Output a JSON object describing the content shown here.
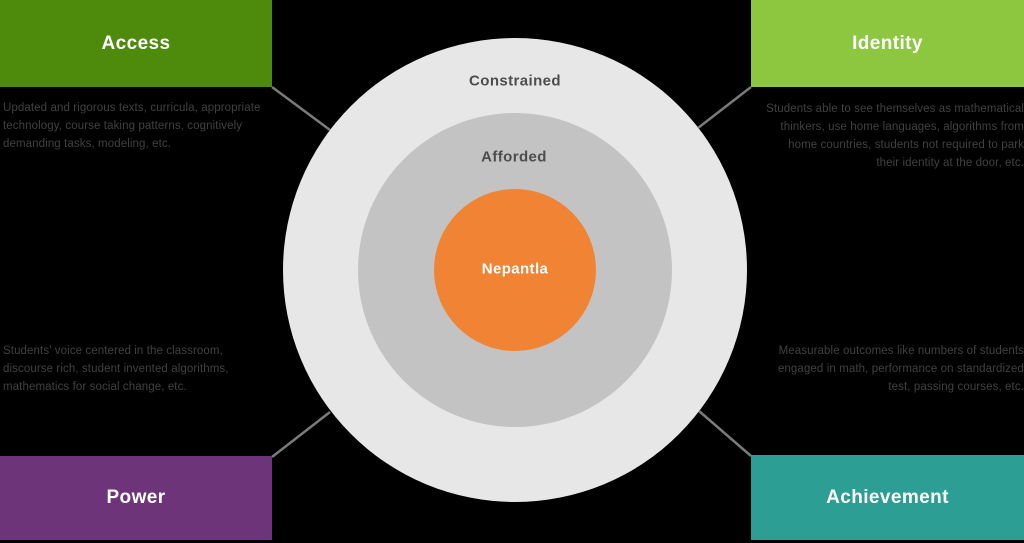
{
  "diagram": {
    "background_color": "#000000",
    "text_color": "#414042",
    "connector_color": "#7a7a7a"
  },
  "rings": {
    "outer": {
      "label": "Constrained",
      "color": "#e7e7e7"
    },
    "middle": {
      "label": "Afforded",
      "color": "#c3c3c3"
    },
    "inner": {
      "label": "Nepantla",
      "color": "#f08434"
    }
  },
  "quadrants": {
    "access": {
      "label": "Access",
      "color": "#4e8b0d",
      "description": "Updated and rigorous texts, curricula, appropriate\ntechnology, course taking patterns, cognitively\ndemanding tasks, modeling, etc."
    },
    "identity": {
      "label": "Identity",
      "color": "#8dc63f",
      "description": "Students able to see themselves as mathematical\nthinkers, use home languages, algorithms from\nhome countries, students not required to park\ntheir identity at the door, etc."
    },
    "power": {
      "label": "Power",
      "color": "#6e3479",
      "description": "Students' voice centered in the classroom,\ndiscourse rich, student invented algorithms,\nmathematics for social change, etc."
    },
    "achievement": {
      "label": "Achievement",
      "color": "#2d9e93",
      "description": "Measurable outcomes like numbers of students\nengaged in math, performance on standardized\ntest, passing courses, etc."
    }
  }
}
